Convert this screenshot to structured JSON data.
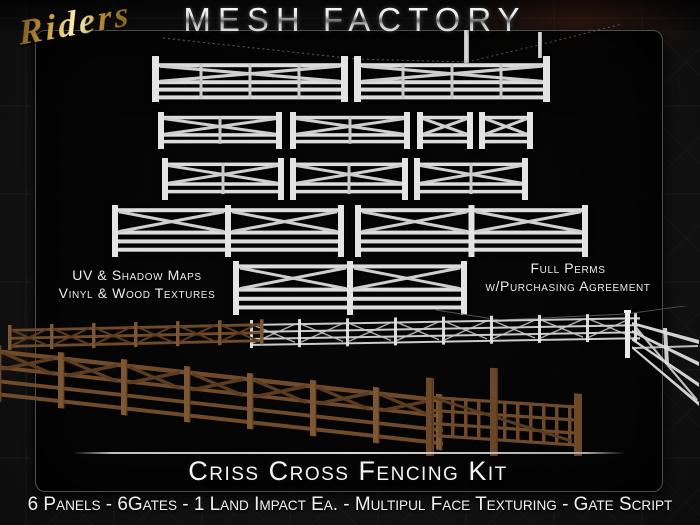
{
  "brand": {
    "logo_text": "Riders",
    "title": "Mesh Factory"
  },
  "features": {
    "left": [
      "UV & Shadow Maps",
      "Vinyl & Wood Textures"
    ],
    "right": [
      "Full Perms",
      "w/Purchasing Agreement"
    ]
  },
  "product": {
    "name": "Criss Cross Fencing Kit",
    "specs": "6 Panels - 6Gates - 1 Land Impact Ea. - Multipul Face Texturing - Gate Script"
  },
  "colors": {
    "fence_white": "#dcdcdc",
    "fence_white_post": "#e4e4e4",
    "fence_white_diag": "#cfcfcf",
    "wood_rail": "#704b2b",
    "wood_post": "#7d5634",
    "wood_diag": "#5c3c20",
    "wood_dark": "#4a3018",
    "gold": "#d9b05c",
    "background": "#141414",
    "panel": "#060606",
    "text": "#f0f0f0"
  }
}
